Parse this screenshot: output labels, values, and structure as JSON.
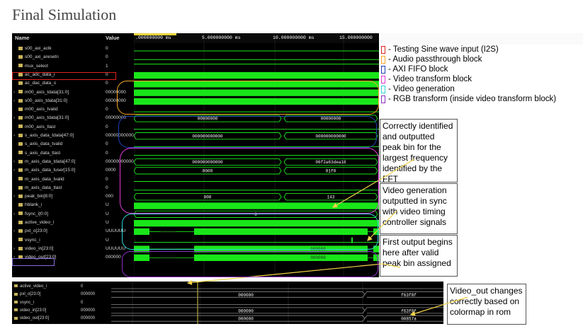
{
  "title": "Final Simulation",
  "columns": {
    "name": "Name",
    "value": "Value"
  },
  "time_labels": [
    ".000000000 ms",
    "5.000000000 ms",
    "10.000000000 ms",
    "15.000000000"
  ],
  "signals": [
    {
      "name": "s00_axi_aclk",
      "value": "0",
      "bus": false
    },
    {
      "name": "s00_axi_aresetn",
      "value": "0",
      "bus": false
    },
    {
      "name": "mux_select",
      "value": "1",
      "bus": false
    },
    {
      "name": "ac_adc_data_i",
      "value": "0",
      "bus": false
    },
    {
      "name": "ac_dac_data_o",
      "value": "0",
      "bus": false
    },
    {
      "name": "m00_axis_tdata[31:0]",
      "value": "00000000",
      "bus": true
    },
    {
      "name": "s00_axis_tdata[31:0]",
      "value": "00000000",
      "bus": true
    },
    {
      "name": "m00_axis_tvalid",
      "value": "0",
      "bus": false
    },
    {
      "name": "m00_axis_tdata[31:0]",
      "value": "00000000",
      "bus": true
    },
    {
      "name": "m00_axis_tlast",
      "value": "0",
      "bus": false
    },
    {
      "name": "s_axis_data_tdata[47:0]",
      "value": "000000000000",
      "bus": true
    },
    {
      "name": "s_axis_data_tvalid",
      "value": "0",
      "bus": false
    },
    {
      "name": "s_axis_data_tlast",
      "value": "0",
      "bus": false
    },
    {
      "name": "m_axis_data_tdata[47:0]",
      "value": "000000000000",
      "bus": true
    },
    {
      "name": "m_axis_data_tuser[15:0]",
      "value": "0000",
      "bus": true
    },
    {
      "name": "m_axis_data_tvalid",
      "value": "0",
      "bus": false
    },
    {
      "name": "m_axis_data_tlast",
      "value": "0",
      "bus": false
    },
    {
      "name": "peak_bin[8:0]",
      "value": "000",
      "bus": true
    },
    {
      "name": "hblank_i",
      "value": "U",
      "bus": false
    },
    {
      "name": "fsync_i[0:0]",
      "value": "U",
      "bus": true
    },
    {
      "name": "active_video_i",
      "value": "U",
      "bus": false
    },
    {
      "name": "pxl_o[23:0]",
      "value": "UUUUUU",
      "bus": true
    },
    {
      "name": "vsync_i",
      "value": "U",
      "bus": false
    },
    {
      "name": "video_in[23:0]",
      "value": "UUUUUU",
      "bus": true
    },
    {
      "name": "video_out[23:0]",
      "value": "000000",
      "bus": true
    }
  ],
  "bus_values": {
    "m00_tdata_a": "00000000",
    "m00_tdata_b": "00000000",
    "s_axis_a": "000000000000",
    "s_axis_b": "000000000000",
    "m_axis_a": "000000000000",
    "m_axis_b": "06f2a63dea16",
    "tuser_a": "0000",
    "tuser_b": "01f0",
    "peak_a": "000",
    "peak_b": "143",
    "fsync": "0",
    "pxl_a": "000000",
    "vin_a": "000000",
    "vin_b": "000000",
    "vout_a": "000000",
    "vout_b": "000000"
  },
  "zoom_signals": [
    {
      "name": "active_video_i",
      "value": "0",
      "bus": false
    },
    {
      "name": "pxl_o[23:0]",
      "value": "000000",
      "bus": true
    },
    {
      "name": "vsync_i",
      "value": "0",
      "bus": false
    },
    {
      "name": "video_in[23:0]",
      "value": "000000",
      "bus": true
    },
    {
      "name": "video_out[23:0]",
      "value": "000000",
      "bus": true
    }
  ],
  "zoom_values": {
    "pxl_a": "000000",
    "pxl_b": "f63f8f",
    "vin_a": "000000",
    "vin_b": "f63f8f",
    "vout_a": "000000",
    "vout_b": "00857a"
  },
  "legend": [
    {
      "text": "- Testing Sine wave input (I2S)",
      "color": "#e0221c"
    },
    {
      "text": "- Audio passthrough block",
      "color": "#f5a623"
    },
    {
      "text": "- AXI FIFO block",
      "color": "#1f3fb8"
    },
    {
      "text": "- Video transform block",
      "color": "#e23ad8"
    },
    {
      "text": "- Video generation",
      "color": "#2fd6d6"
    },
    {
      "text": "- RGB transform (inside video transform block)",
      "color": "#8a2fc4"
    }
  ],
  "annotations": {
    "peak": "Correctly identified and outputted peak bin for the largest frequency identified by the FFT",
    "videogen": "Video generation outputted in sync with video timing controller signals",
    "first": "First output begins here after valid peak bin assigned",
    "videoout": "Video_out changes correctly based on colormap in rom"
  }
}
